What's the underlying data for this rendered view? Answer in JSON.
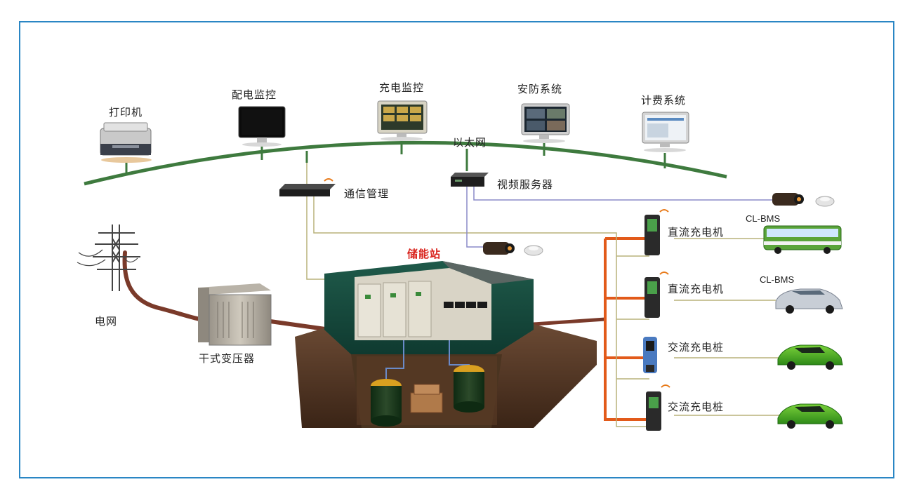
{
  "colors": {
    "frame_border": "#2a86c4",
    "ethernet_bus": "#3e7a3e",
    "power_cable": "#7a3a2a",
    "charger_feed": "#e25a1a",
    "signal_line": "#b8b27a",
    "video_line": "#8a8ac8",
    "highlight_label": "#d9231c"
  },
  "labels": {
    "printer": "打印机",
    "power_monitor": "配电监控",
    "charging_monitor": "充电监控",
    "security": "安防系统",
    "billing": "计费系统",
    "ethernet": "以太网",
    "comm_manager": "通信管理",
    "video_server": "视频服务器",
    "storage_station": "储能站",
    "grid": "电网",
    "transformer": "干式变压器",
    "dc_charger_1": "直流充电机",
    "dc_charger_2": "直流充电机",
    "ac_pile_1": "交流充电桩",
    "ac_pile_2": "交流充电桩",
    "bms_bus": "CL-BMS",
    "bms_car": "CL-BMS"
  },
  "icons": {
    "printer": "printer-icon",
    "monitor": "monitor-icon",
    "switch": "network-switch-icon",
    "camera": "cctv-camera-icon",
    "smoke_detector": "smoke-detector-icon",
    "pylon": "power-pylon-icon",
    "transformer": "transformer-cabinet-icon",
    "station": "storage-station-icon",
    "charger": "charger-icon",
    "bus": "bus-icon",
    "car": "car-icon"
  }
}
